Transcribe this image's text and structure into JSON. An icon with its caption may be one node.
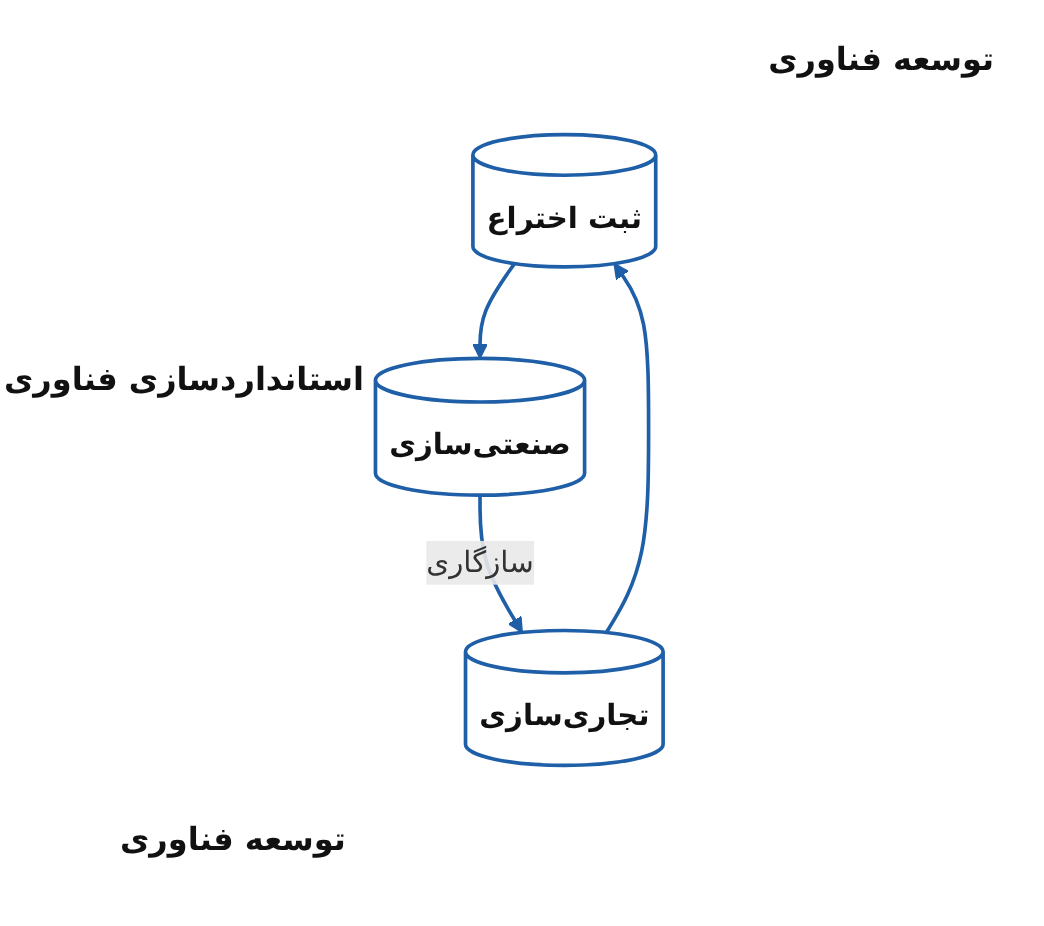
{
  "diagram": {
    "nodes": [
      {
        "text": [
          "ثبت اختراع"
        ]
      },
      {
        "text": [
          "صنعتی‌سازی"
        ]
      },
      {
        "text": [
          "تجاری‌سازی"
        ]
      }
    ],
    "edges": [
      {
        "from": 0,
        "to": 1,
        "arrow": "to"
      },
      {
        "from": 1,
        "to": 2,
        "arrow": "to",
        "label": "سازگاری"
      },
      {
        "from": 2,
        "to": 0,
        "arrow": "to"
      }
    ],
    "labels": [
      "توسعه فناوری",
      "استانداردسازی فناوری",
      "توسعه فناوری"
    ]
  }
}
